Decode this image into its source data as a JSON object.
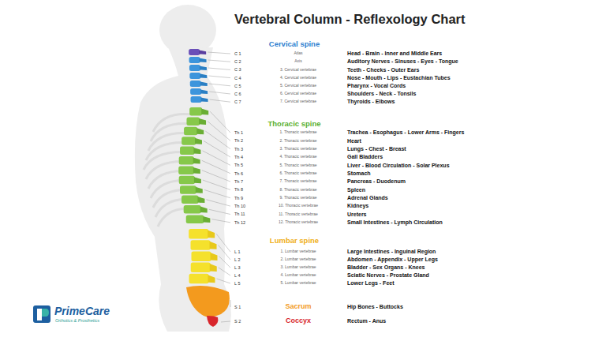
{
  "diagram": {
    "title": "Vertebral Column - Reflexology Chart",
    "labels": [
      "Cervical spine",
      "C 1",
      "Atlas",
      "Head - Brain - Inner and Middle Ears",
      "C 2",
      "Axis",
      "Auditory Nerves - Sinuses - Eyes - Tongue",
      "C 3",
      "3. Cervical vertebrae",
      "Teeth - Cheeks - Outer Ears",
      "C 4",
      "4. Cervical vertebrae",
      "Nose - Mouth - Lips - Eustachian Tubes",
      "C 5",
      "5. Cervical vertebrae",
      "Pharynx - Vocal Cords",
      "C 6",
      "6. Cervical vertebrae",
      "Shoulders - Neck - Tonsils",
      "C 7",
      "7. Cervical vertebrae",
      "Thyroids - Elbows",
      "Thoracic spine",
      "Th 1",
      "1. Thoracic vertebrae",
      "Trachea - Esophagus - Lower Arms - Fingers",
      "Th 2",
      "2. Thoracic vertebrae",
      "Heart",
      "Th 3",
      "3. Thoracic vertebrae",
      "Lungs - Chest - Breast",
      "Th 4",
      "4. Thoracic vertebrae",
      "Gall Bladders",
      "Th 5",
      "5. Thoracic vertebrae",
      "Liver - Blood Circulation - Solar Plexus",
      "Th 6",
      "6. Thoracic vertebrae",
      "Stomach",
      "Th 7",
      "7. Thoracic vertebrae",
      "Pancreas - Duodenum",
      "Th 8",
      "8. Thoracic vertebrae",
      "Spleen",
      "Th 9",
      "9. Thoracic vertebrae",
      "Adrenal Glands",
      "Th 10",
      "10. Thoracic vertebrae",
      "Kidneys",
      "Th 11",
      "11. Thoracic vertebrae",
      "Ureters",
      "Th 12",
      "12. Thoracic vertebrae",
      "Small Intestines - Lymph Circulation",
      "Lumbar spine",
      "L 1",
      "1. Lumbar vertebrae",
      "Large Intestines - Inguinal Region",
      "L 2",
      "2. Lumbar vertebrae",
      "Abdomen - Appendix - Upper Legs",
      "L 3",
      "3. Lumbar vertebrae",
      "Bladder - Sex Organs - Knees",
      "L 4",
      "4. Lumbar vertebrae",
      "Sciatic Nerves - Prostate Gland",
      "L 5",
      "5. Lumbar vertebrae",
      "Lower Legs - Feet",
      "S 1",
      "Sacrum",
      "Hip Bones - Buttocks",
      "S 2",
      "Coccyx",
      "Rectum - Anus",
      "PrimeCare",
      "Orthotics & Prosthetics"
    ]
  }
}
